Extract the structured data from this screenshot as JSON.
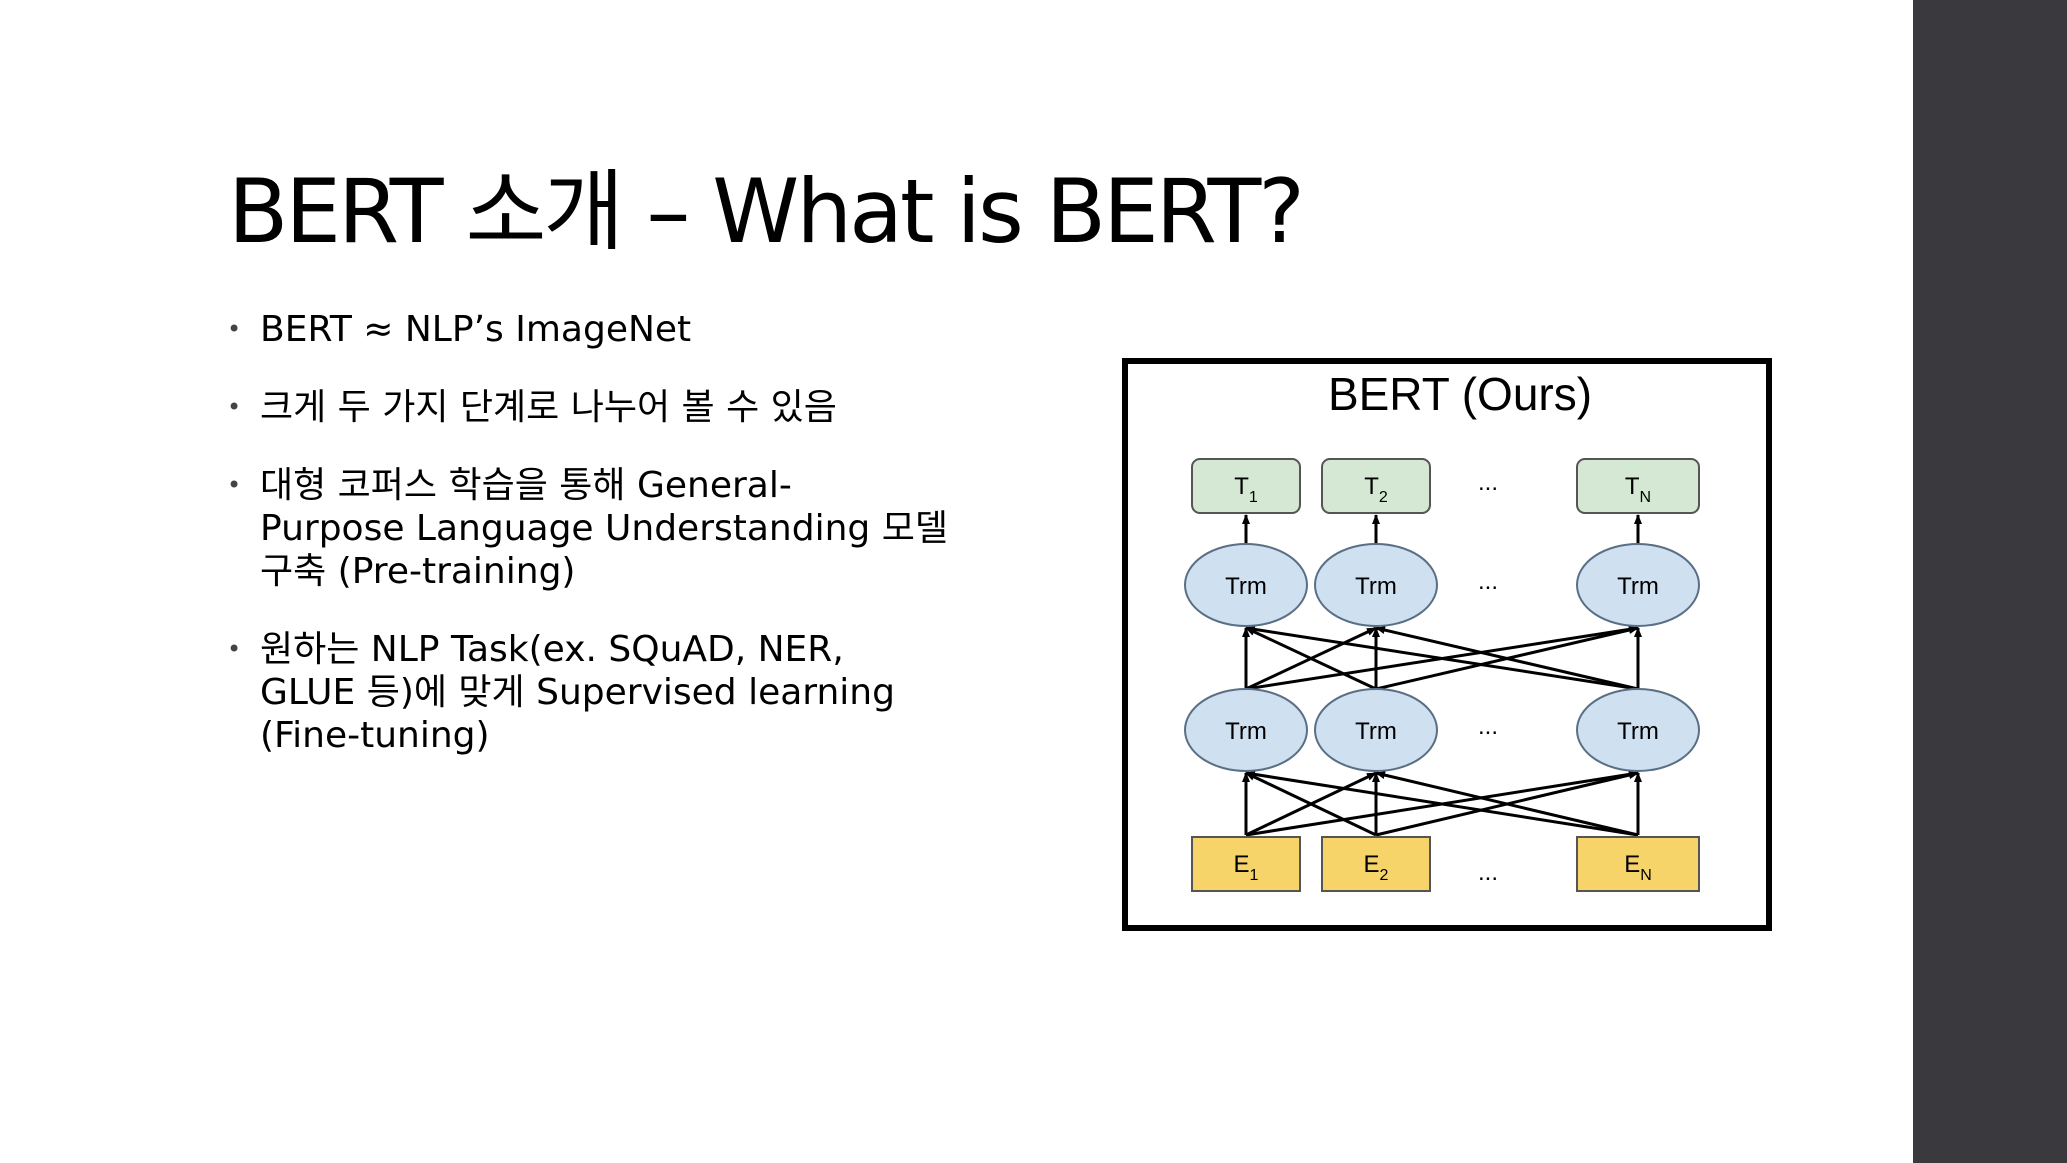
{
  "slide": {
    "title": "BERT 소개 – What is BERT?",
    "bullets": [
      {
        "lines": [
          "BERT ≈ NLP’s ImageNet"
        ]
      },
      {
        "lines": [
          "크게 두 가지 단계로 나누어 볼 수 있음"
        ]
      },
      {
        "lines": [
          "대형 코퍼스 학습을 통해 General-",
          "Purpose Language Understanding 모델",
          "구축 (Pre-training)"
        ]
      },
      {
        "lines": [
          "원하는 NLP Task(ex. SQuAD, NER,",
          "GLUE 등)에 맞게 Supervised learning",
          "(Fine-tuning)"
        ]
      }
    ]
  },
  "figure": {
    "title": "BERT (Ours)",
    "output_tokens": [
      {
        "base": "T",
        "sub": "1"
      },
      {
        "base": "T",
        "sub": "2"
      },
      {
        "base": "T",
        "sub": "N"
      }
    ],
    "upper_layer_label": "Trm",
    "lower_layer_label": "Trm",
    "input_embeddings": [
      {
        "base": "E",
        "sub": "1"
      },
      {
        "base": "E",
        "sub": "2"
      },
      {
        "base": "E",
        "sub": "N"
      }
    ],
    "ellipsis": "...",
    "colors": {
      "output_fill": "#d5e8d4",
      "trm_fill": "#cfe0f0",
      "input_fill": "#f7d46a",
      "frame": "#000000"
    }
  }
}
